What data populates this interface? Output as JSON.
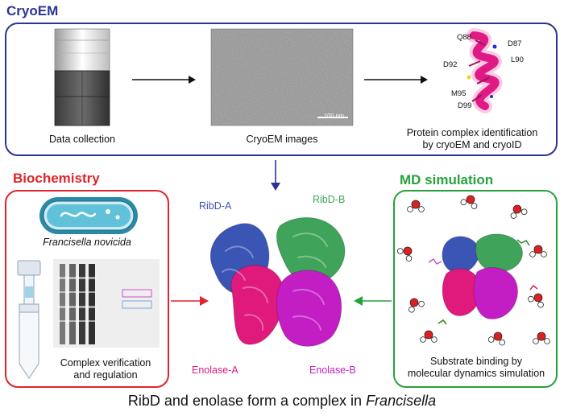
{
  "cryoem": {
    "title": "CryoEM",
    "color": "#2b3494",
    "step1_caption": "Data collection",
    "step2_caption": "CryoEM images",
    "scale_bar": "100 nm",
    "step3_caption": [
      "Protein complex identification",
      "by cryoEM and cryoID"
    ],
    "residues": [
      "Q88",
      "D87",
      "L90",
      "D92",
      "M95",
      "D99"
    ]
  },
  "biochemistry": {
    "title": "Biochemistry",
    "color": "#e0242b",
    "organism": "Francisella novicida",
    "caption": [
      "Complex verification",
      "and regulation"
    ]
  },
  "md": {
    "title": "MD simulation",
    "color": "#25a33a",
    "caption": [
      "Substrate binding by",
      "molecular dynamics simulation"
    ]
  },
  "complex": {
    "subunits": [
      {
        "label": "RibD-A",
        "color": "#3a55b4"
      },
      {
        "label": "RibD-B",
        "color": "#3fa35a"
      },
      {
        "label": "Enolase-A",
        "color": "#e0197d"
      },
      {
        "label": "Enolase-B",
        "color": "#c21ec4"
      }
    ]
  },
  "footer": {
    "text": "RibD and enolase form a complex in ",
    "italic": "Francisella"
  }
}
